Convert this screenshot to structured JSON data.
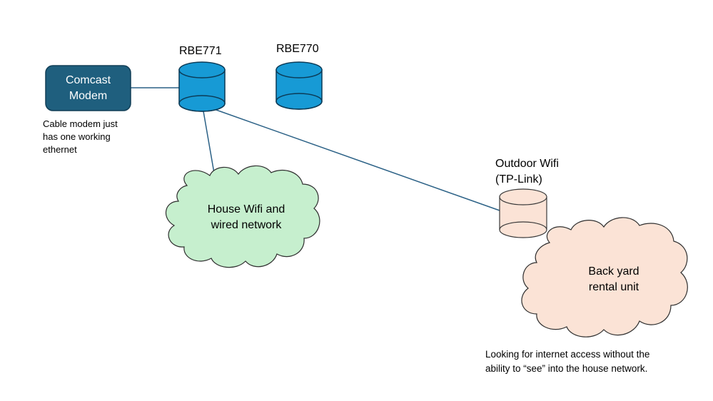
{
  "nodes": {
    "modem": {
      "line1": "Comcast",
      "line2": "Modem",
      "note_lines": [
        "Cable modem just",
        "has one working",
        "ethernet"
      ]
    },
    "rbe771": {
      "label": "RBE771"
    },
    "rbe770": {
      "label": "RBE770"
    },
    "outdoor": {
      "line1": "Outdoor Wifi",
      "line2": "(TP-Link)"
    },
    "house_cloud": {
      "line1": "House Wifi and",
      "line2": "wired network"
    },
    "rental_cloud": {
      "line1": "Back yard",
      "line2": "rental unit"
    },
    "rental_note": {
      "line1": "Looking for internet access without the",
      "line2": "ability to “see” into the house network."
    }
  },
  "colors": {
    "modem_fill": "#1f5f7e",
    "router_fill": "#179ad5",
    "router_stroke": "#0c3b57",
    "outdoor_fill": "#fbe3d6",
    "house_cloud_fill": "#c6efce",
    "rental_cloud_fill": "#fbe3d6",
    "link": "#2b6186"
  }
}
